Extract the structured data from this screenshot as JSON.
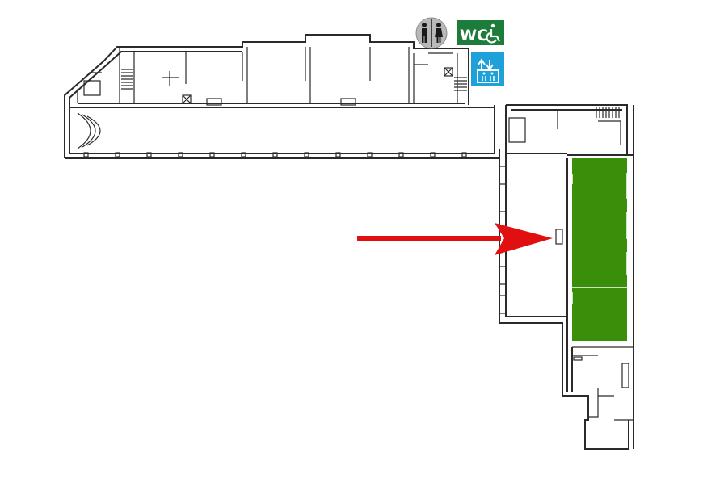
{
  "map": {
    "background": "#ffffff",
    "wall_color": "#2a2a2a",
    "highlight": {
      "room": "highlighted-room",
      "color": "#3a8f0a"
    },
    "arrow": {
      "color": "#e01010",
      "points_to": "highlighted-room"
    },
    "symbols": [
      {
        "name": "restroom-men-women-icon",
        "bg": "#b9b9b9"
      },
      {
        "name": "accessible-wc-icon",
        "label": "WC",
        "bg": "#1e7c3a"
      },
      {
        "name": "elevator-icon",
        "bg": "#1ea0d8"
      }
    ]
  }
}
